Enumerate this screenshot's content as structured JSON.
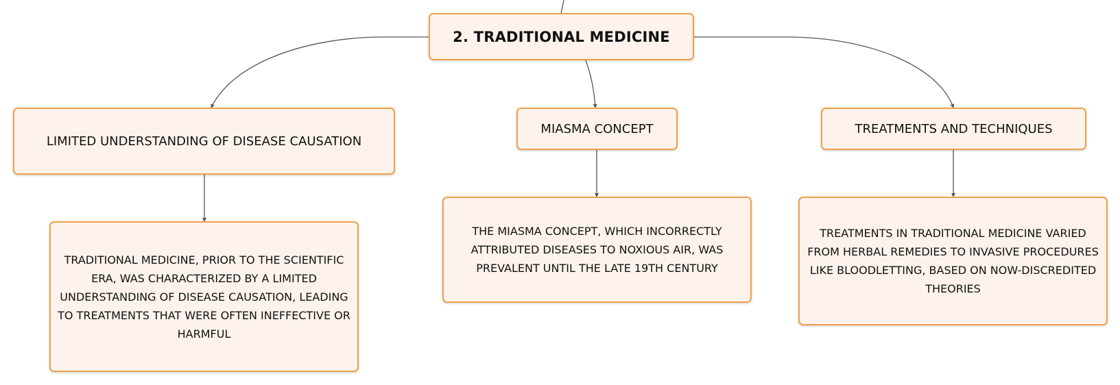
{
  "diagram": {
    "root": {
      "label": "2. TRADITIONAL MEDICINE"
    },
    "branches": [
      {
        "label": "LIMITED UNDERSTANDING OF DISEASE CAUSATION",
        "detail": "TRADITIONAL MEDICINE, PRIOR TO THE SCIENTIFIC ERA, WAS CHARACTERIZED BY A LIMITED UNDERSTANDING OF DISEASE CAUSATION, LEADING TO TREATMENTS THAT WERE OFTEN INEFFECTIVE OR HARMFUL"
      },
      {
        "label": "MIASMA CONCEPT",
        "detail": "THE MIASMA CONCEPT, WHICH INCORRECTLY ATTRIBUTED DISEASES TO NOXIOUS AIR, WAS PREVALENT UNTIL THE LATE 19TH CENTURY"
      },
      {
        "label": "TREATMENTS AND TECHNIQUES",
        "detail": "TREATMENTS IN TRADITIONAL MEDICINE VARIED FROM HERBAL REMEDIES TO INVASIVE PROCEDURES LIKE BLOODLETTING, BASED ON NOW-DISCREDITED THEORIES"
      }
    ],
    "colors": {
      "node_border": "#f0a24a",
      "node_fill": "#fdf3ec",
      "connector": "#555555",
      "text": "#111111"
    }
  }
}
